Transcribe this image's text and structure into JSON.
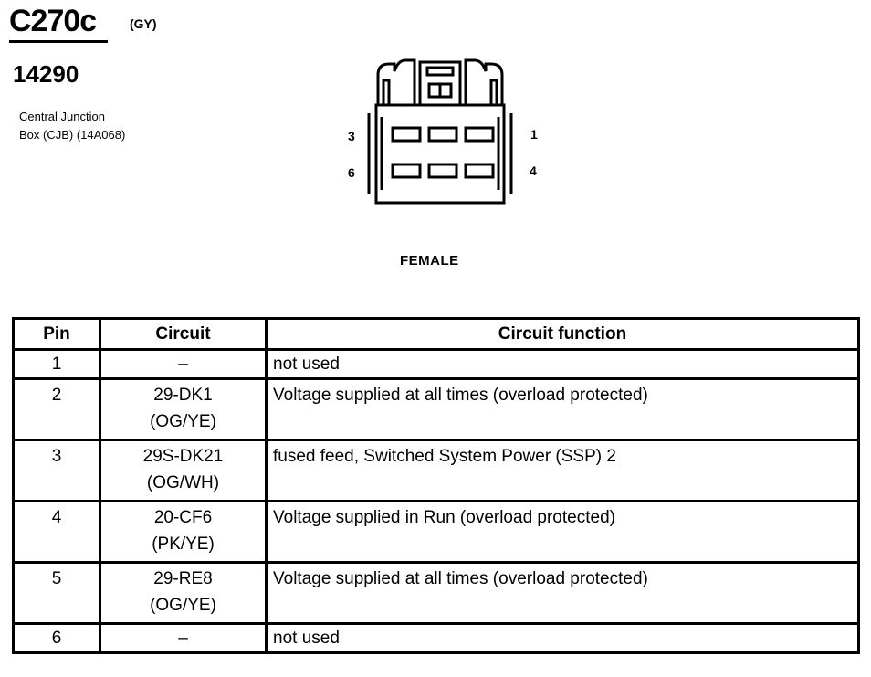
{
  "connector": {
    "id": "C270c",
    "color": "(GY)",
    "part_number": "14290",
    "component_line1": "Central Junction",
    "component_line2": "Box (CJB) (14A068)",
    "gender": "FEMALE",
    "pin_labels": {
      "top_left": "3",
      "bottom_left": "6",
      "top_right": "1",
      "bottom_right": "4"
    }
  },
  "table": {
    "headers": [
      "Pin",
      "Circuit",
      "Circuit function"
    ],
    "rows": [
      {
        "pin": "1",
        "circuit": "–",
        "color": "",
        "function": "not used"
      },
      {
        "pin": "2",
        "circuit": "29-DK1",
        "color": "(OG/YE)",
        "function": "Voltage supplied at all times (overload protected)"
      },
      {
        "pin": "3",
        "circuit": "29S-DK21",
        "color": "(OG/WH)",
        "function": "fused feed, Switched System Power (SSP) 2"
      },
      {
        "pin": "4",
        "circuit": "20-CF6",
        "color": "(PK/YE)",
        "function": "Voltage supplied in Run (overload protected)"
      },
      {
        "pin": "5",
        "circuit": "29-RE8",
        "color": "(OG/YE)",
        "function": "Voltage supplied at all times (overload protected)"
      },
      {
        "pin": "6",
        "circuit": "–",
        "color": "",
        "function": "not used"
      }
    ]
  }
}
